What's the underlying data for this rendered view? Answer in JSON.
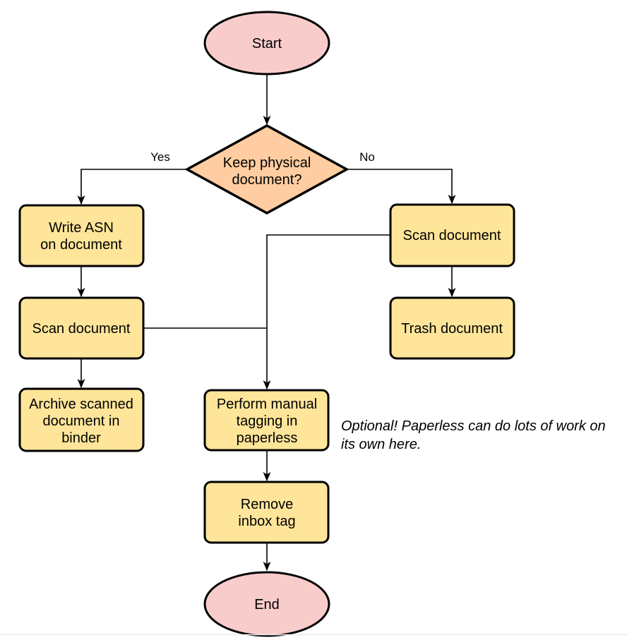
{
  "colors": {
    "terminal_fill": "#F9CCCC",
    "decision_fill": "#FFCDA1",
    "process_fill": "#FFE59A",
    "stroke": "#000000",
    "bottom_rule": "#E9E9EB"
  },
  "nodes": {
    "start": {
      "label": "Start"
    },
    "decision": {
      "line1": "Keep physical",
      "line2": "document?"
    },
    "write_asn": {
      "line1": "Write ASN",
      "line2": "on document"
    },
    "scan_left": {
      "label": "Scan document"
    },
    "archive": {
      "line1": "Archive scanned",
      "line2": "document in",
      "line3": "binder"
    },
    "scan_right": {
      "label": "Scan document"
    },
    "trash": {
      "label": "Trash document"
    },
    "tagging": {
      "line1": "Perform manual",
      "line2": "tagging in",
      "line3": "paperless"
    },
    "remove_inbox": {
      "line1": "Remove",
      "line2": "inbox tag"
    },
    "end": {
      "label": "End"
    }
  },
  "edges": {
    "yes_label": "Yes",
    "no_label": "No"
  },
  "annotation": {
    "line1": "Optional! Paperless can do lots of work on",
    "line2": "its own here."
  }
}
